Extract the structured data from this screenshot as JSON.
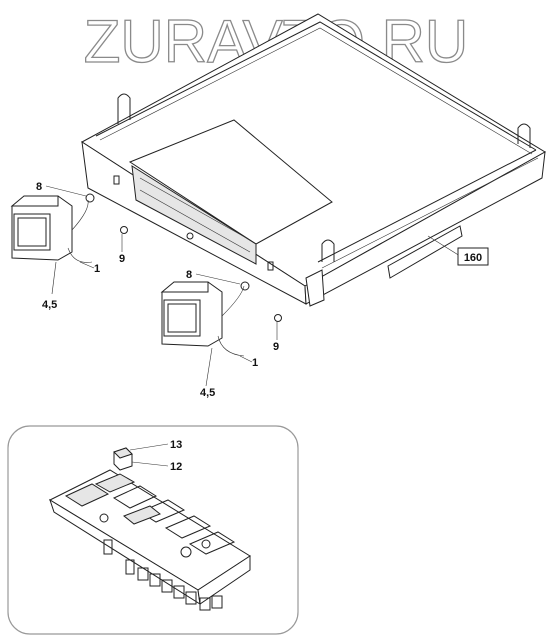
{
  "watermark": "ZURAVTO.RU",
  "callouts": {
    "item_8_left": "8",
    "item_9_left": "9",
    "item_1_left": "1",
    "item_45_left": "4,5",
    "item_8_right": "8",
    "item_9_right": "9",
    "item_1_right": "1",
    "item_45_right": "4,5",
    "item_160": "160",
    "item_13": "13",
    "item_12": "12"
  },
  "colors": {
    "line": "#222222",
    "background": "#ffffff",
    "watermark": "#8a8a8a",
    "inset_border": "#999999"
  }
}
